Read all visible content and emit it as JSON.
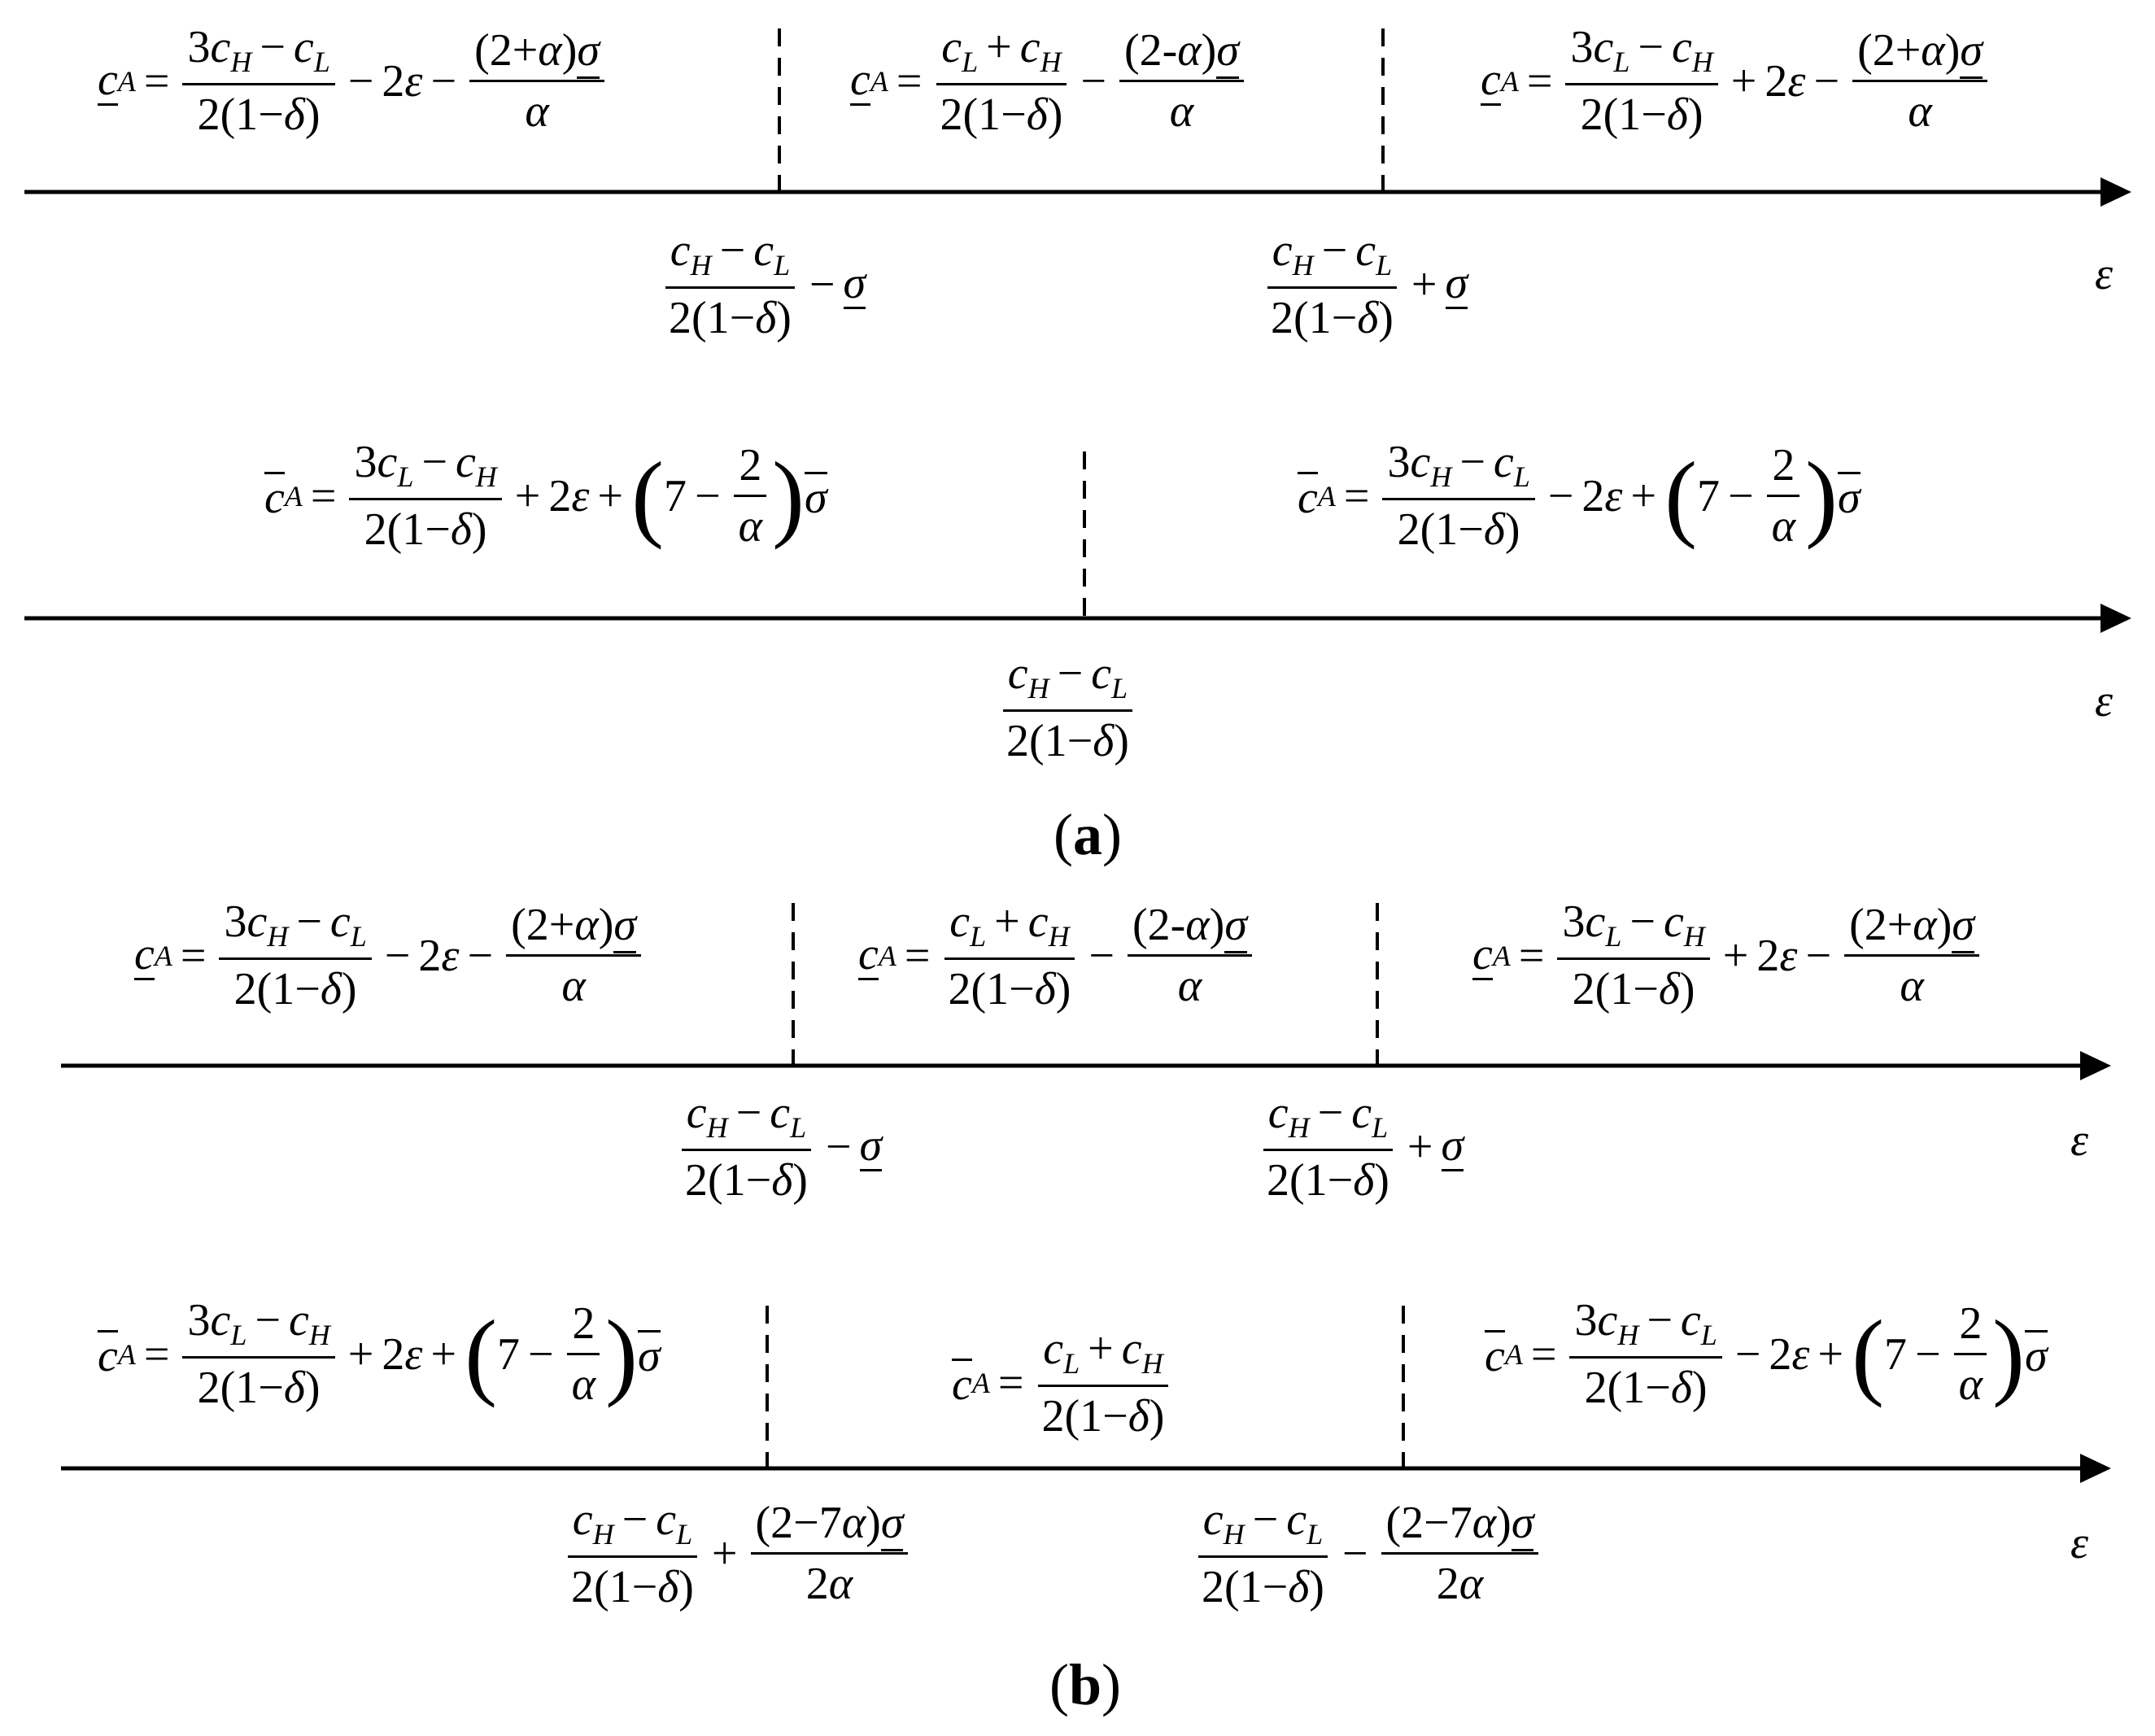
{
  "panels": [
    {
      "id": "a",
      "label": "a",
      "axes": [
        {
          "axis_label": "ε",
          "regions": [
            "c̲_A = (3c_H − c_L)/(2(1−δ)) − 2ε − (2+α)σ̲/α",
            "c̲_A = (c_L + c_H)/(2(1−δ)) − (2-α)σ̲/α",
            "c̲_A = (3c_L − c_H)/(2(1−δ)) + 2ε − (2+α)σ̲/α"
          ],
          "thresholds": [
            "(c_H − c_L)/(2(1−δ)) − σ̲",
            "(c_H − c_L)/(2(1−δ)) + σ̲"
          ]
        },
        {
          "axis_label": "ε",
          "regions": [
            "c̄_A = (3c_L − c_H)/(2(1−δ)) + 2ε + (7 − 2/α)σ̄",
            "c̄_A = (3c_H − c_L)/(2(1−δ)) − 2ε + (7 − 2/α)σ̄"
          ],
          "thresholds": [
            "(c_H − c_L)/(2(1−δ))"
          ]
        }
      ]
    },
    {
      "id": "b",
      "label": "b",
      "axes": [
        {
          "axis_label": "ε",
          "regions": [
            "c̲_A = (3c_H − c_L)/(2(1−δ)) − 2ε − (2+α)σ̲/α",
            "c̲_A = (c_L + c_H)/(2(1−δ)) − (2-α)σ̲/α",
            "c̲_A = (3c_L − c_H)/(2(1−δ)) + 2ε − (2+α)σ̲/α"
          ],
          "thresholds": [
            "(c_H − c_L)/(2(1−δ)) − σ̲",
            "(c_H − c_L)/(2(1−δ)) + σ̲"
          ]
        },
        {
          "axis_label": "ε",
          "regions": [
            "c̄_A = (3c_L − c_H)/(2(1−δ)) + 2ε + (7 − 2/α)σ̄",
            "c̄_A = (c_L + c_H)/(2(1−δ))",
            "c̄_A = (3c_H − c_L)/(2(1−δ)) − 2ε + (7 − 2/α)σ̄"
          ],
          "thresholds": [
            "(c_H − c_L)/(2(1−δ)) + (2 − 7α)σ̲/(2α)",
            "(c_H − c_L)/(2(1−δ)) − (2 − 7α)σ̲/(2α)"
          ]
        }
      ]
    }
  ]
}
